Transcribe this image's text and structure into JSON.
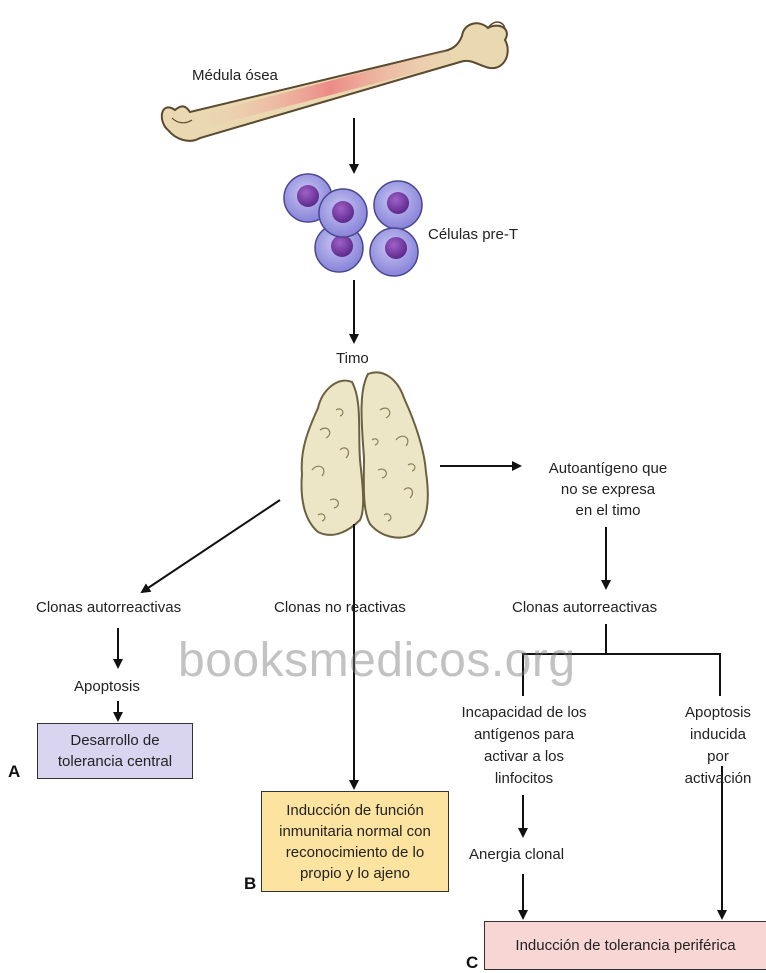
{
  "labels": {
    "bone_marrow": "Médula ósea",
    "pre_t_cells": "Células pre-T",
    "thymus": "Timo",
    "autoantigen": "Autoantígeno que\nno se expresa\nen el timo",
    "clones_autoreactive_left": "Clonas autorreactivas",
    "clones_nonreactive": "Clonas no reactivas",
    "clones_autoreactive_right": "Clonas autorreactivas",
    "apoptosis": "Apoptosis",
    "incapacity": "Incapacidad de los\nantígenos para\nactivar a los\nlinfocitos",
    "apoptosis_induced": "Apoptosis\ninducida por\nactivación",
    "anergy": "Anergia clonal"
  },
  "boxes": {
    "central_tolerance": "Desarrollo de\ntolerancia central",
    "normal_function": "Inducción de función\ninmunitaria normal con\nreconocimiento de lo\npropio y lo ajeno",
    "peripheral_tolerance": "Inducción de tolerancia periférica"
  },
  "panels": {
    "a": "A",
    "b": "B",
    "c": "C"
  },
  "watermark": "booksmedicos.org",
  "colors": {
    "bone": "#e8d6ad",
    "marrow": "#ec8a86",
    "cell_outer": "#9a96e0",
    "cell_nucleus": "#7a3da6",
    "thymus": "#ece6c4",
    "box_a": "#d9d5f0",
    "box_b": "#fde3a0",
    "box_c": "#f8d6d4"
  }
}
